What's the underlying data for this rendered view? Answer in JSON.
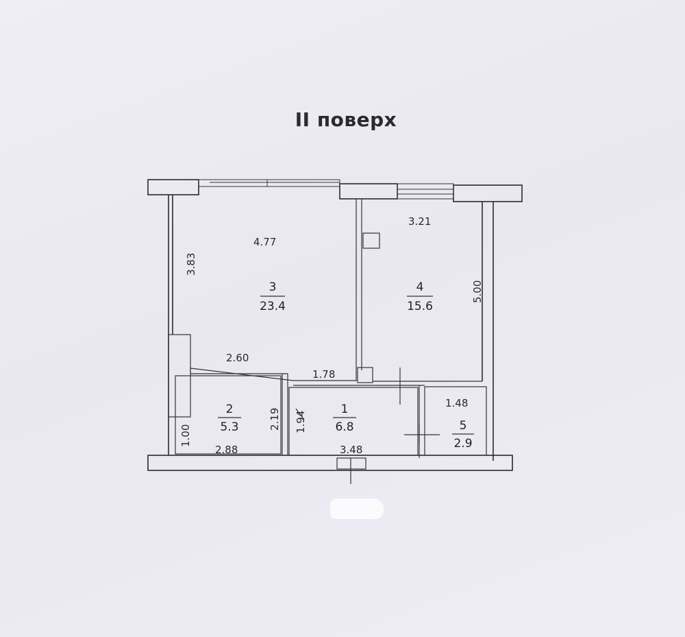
{
  "floor": {
    "title": "II поверх"
  },
  "rooms": [
    {
      "id": "room-3",
      "number": "3",
      "area": "23.4"
    },
    {
      "id": "room-4",
      "number": "4",
      "area": "15.6"
    },
    {
      "id": "room-2",
      "number": "2",
      "area": "5.3"
    },
    {
      "id": "room-1",
      "number": "1",
      "area": "6.8"
    },
    {
      "id": "room-5",
      "number": "5",
      "area": "2.9"
    }
  ],
  "dimensions": {
    "room3_width": "4.77",
    "room3_depth": "3.83",
    "room4_width": "3.21",
    "room4_depth": "5.00",
    "partition_2_60": "2.60",
    "partition_1_78": "1.78",
    "room5_width": "1.48",
    "room2_depth": "1.00",
    "room2_width": "2.88",
    "corridor_2_19": "2.19",
    "corridor_1_94": "1.94",
    "corridor_width": "3.48"
  }
}
